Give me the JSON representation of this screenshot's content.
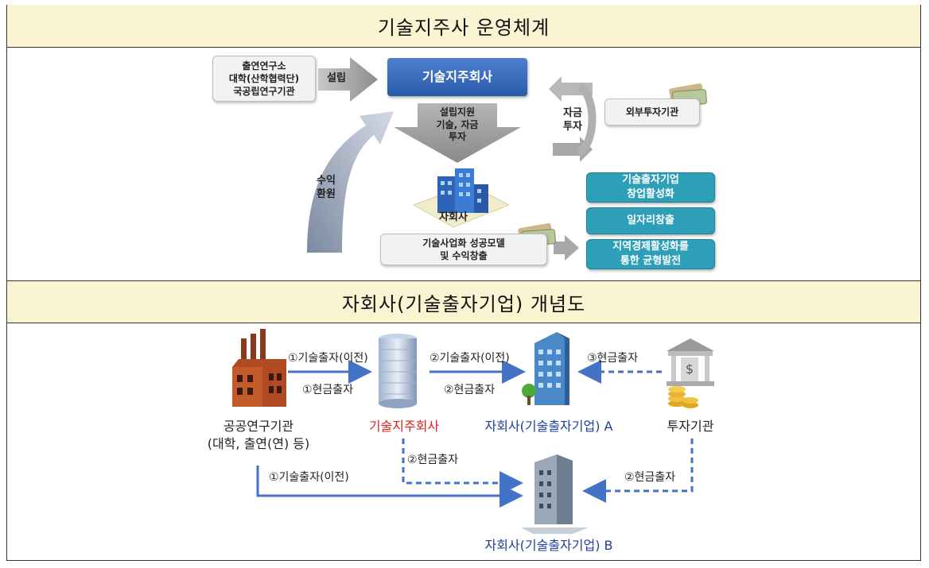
{
  "section1": {
    "title": "기술지주사 운영체계",
    "sources_box": "출연연구소\n대학(산학협력단)\n국공립연구기관",
    "establish_label": "설립",
    "holding_company": "기술지주회사",
    "support_label": "설립지원\n기술, 자금\n투자",
    "external_investor": "외부투자기관",
    "funding_label": "자금\n투자",
    "subsidiary_label": "자회사",
    "profit_return_label": "수익\n환원",
    "success_model": "기술사업화 성공모델\n및 수익창출",
    "outcomes": [
      "기술출자기업\n창업활성화",
      "일자리창출",
      "지역경제활성화를\n통한 균형발전"
    ]
  },
  "section2": {
    "title": "자회사(기술출자기업) 개념도",
    "public_institute": "공공연구기관\n(대학, 출연(연) 등)",
    "holding_company": "기술지주회사",
    "subsidiary_a": "자회사(기술출자기업) A",
    "investor": "투자기관",
    "subsidiary_b": "자회사(기술출자기업) B",
    "flow_tech_to_holding": "①기술출자(이전)",
    "flow_cash_to_holding": "①현금출자",
    "flow_tech_to_a": "②기술출자(이전)",
    "flow_cash_to_a": "②현금출자",
    "flow_investor_to_a": "③현금출자",
    "flow_holding_to_b": "②현금출자",
    "flow_investor_to_b": "②현금출자",
    "flow_tech_to_b": "①기술출자(이전)"
  },
  "colors": {
    "header_bg": "#fbf4d2",
    "teal": "#2e9fb8",
    "blue_arrow": "#4472c4",
    "red_text": "#e0201b",
    "blue_text": "#1f3f9a"
  }
}
